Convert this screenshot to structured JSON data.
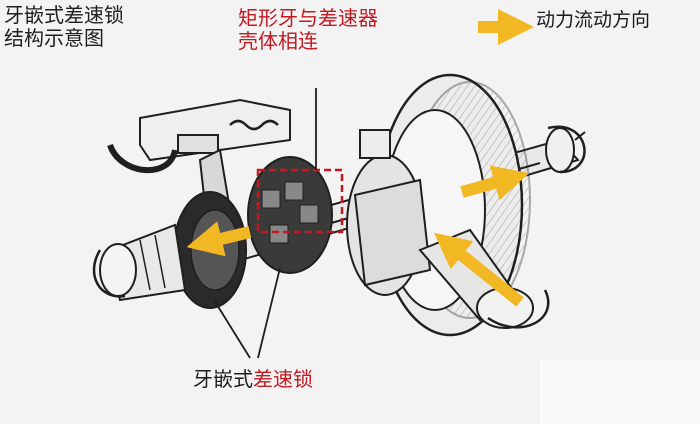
{
  "title": {
    "line1": "牙嵌式差速锁",
    "line2": "结构示意图"
  },
  "callout": {
    "line1": "矩形牙与差速器",
    "line2": "壳体相连"
  },
  "legend": {
    "label": "动力流动方向",
    "arrow_color": "#f2b823"
  },
  "bottom_label": {
    "part1": "牙嵌式",
    "part2": "差速锁"
  },
  "colors": {
    "highlight_red": "#c21a22",
    "arrow_yellow": "#f2b823",
    "ink": "#1f1f1f"
  }
}
